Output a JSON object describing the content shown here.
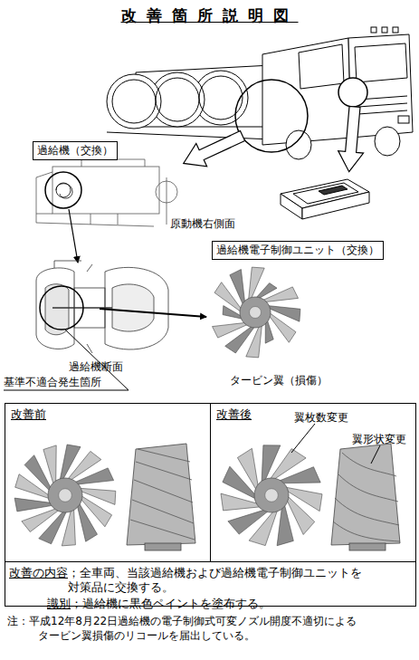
{
  "diagram": {
    "title": "改善箇所説明図",
    "nodes": [
      {
        "text": [
          "過給機（交換）"
        ]
      },
      {
        "text": [
          "過給機電子制御ユニット（交換）"
        ]
      },
      {
        "text": [
          "改善前"
        ]
      },
      {
        "text": [
          "改善後",
          "翼枚数変更",
          "翼形状変更"
        ]
      },
      {
        "text": [
          "改善の内容",
          "；全車両、当該過給機および過給機電子制御ユニットを 対策品に交換する。",
          "識別",
          "；過給機に黒色ペイントを塗布する。"
        ]
      }
    ],
    "labels": [
      "原動機右側面",
      "過給機断面",
      "基準不適合発生箇所",
      "タービン翼（損傷）",
      "注：平成12年8月22日過給機の電子制御式可変ノズル開度不適切による タービン翼損傷のリコールを届出している。"
    ]
  }
}
